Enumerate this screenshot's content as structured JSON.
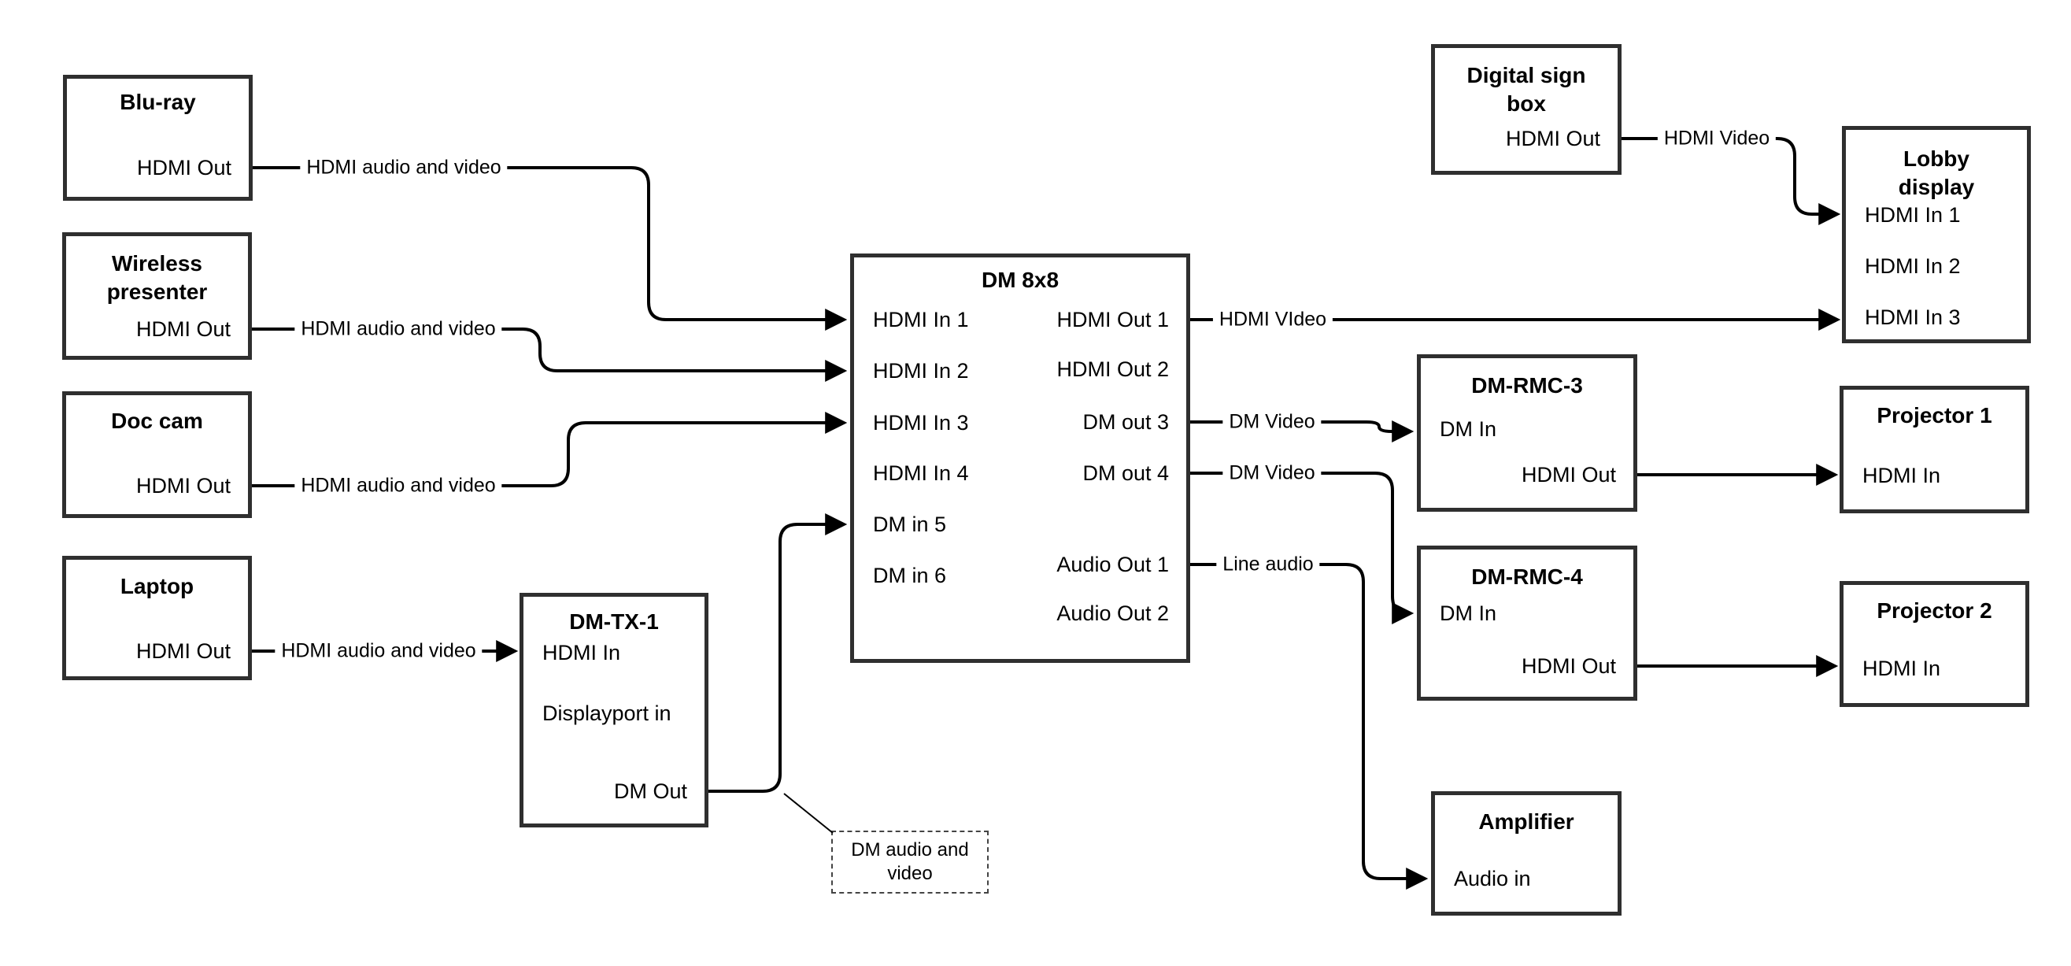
{
  "diagram": {
    "nodes": {
      "bluray": {
        "title": "Blu-ray",
        "ports": [
          "HDMI Out"
        ]
      },
      "wireless": {
        "title": "Wireless presenter",
        "ports": [
          "HDMI Out"
        ]
      },
      "doccam": {
        "title": "Doc cam",
        "ports": [
          "HDMI Out"
        ]
      },
      "laptop": {
        "title": "Laptop",
        "ports": [
          "HDMI Out"
        ]
      },
      "dmtx1": {
        "title": "DM-TX-1",
        "ports": [
          "HDMI In",
          "Displayport in",
          "DM Out"
        ]
      },
      "dm8x8": {
        "title": "DM 8x8",
        "left_ports": [
          "HDMI In 1",
          "HDMI In 2",
          "HDMI In 3",
          "HDMI In 4",
          "DM in 5",
          "DM in 6"
        ],
        "right_ports": [
          "HDMI Out 1",
          "HDMI Out 2",
          "DM out 3",
          "DM out 4",
          "Audio Out 1",
          "Audio Out 2"
        ]
      },
      "signbox": {
        "title": "Digital sign box",
        "ports": [
          "HDMI Out"
        ]
      },
      "lobby": {
        "title": "Lobby display",
        "ports": [
          "HDMI In 1",
          "HDMI In 2",
          "HDMI In 3"
        ]
      },
      "rmc3": {
        "title": "DM-RMC-3",
        "ports": [
          "DM In",
          "HDMI Out"
        ]
      },
      "proj1": {
        "title": "Projector 1",
        "ports": [
          "HDMI In"
        ]
      },
      "rmc4": {
        "title": "DM-RMC-4",
        "ports": [
          "DM In",
          "HDMI Out"
        ]
      },
      "proj2": {
        "title": "Projector 2",
        "ports": [
          "HDMI In"
        ]
      },
      "amp": {
        "title": "Amplifier",
        "ports": [
          "Audio in"
        ]
      }
    },
    "wire_labels": {
      "bluray_wire": "HDMI audio and video",
      "wireless_wire": "HDMI audio and video",
      "doccam_wire": "HDMI audio and video",
      "laptop_wire": "HDMI audio and video",
      "hdmi_out1_wire": "HDMI VIdeo",
      "dm_out3_wire": "DM Video",
      "dm_out4_wire": "DM Video",
      "audio_out1_wire": "Line audio",
      "signbox_wire": "HDMI Video"
    },
    "note": "DM audio and video",
    "colors": {
      "wire": "#000000",
      "border": "#2f2f2f",
      "background": "#ffffff"
    }
  }
}
